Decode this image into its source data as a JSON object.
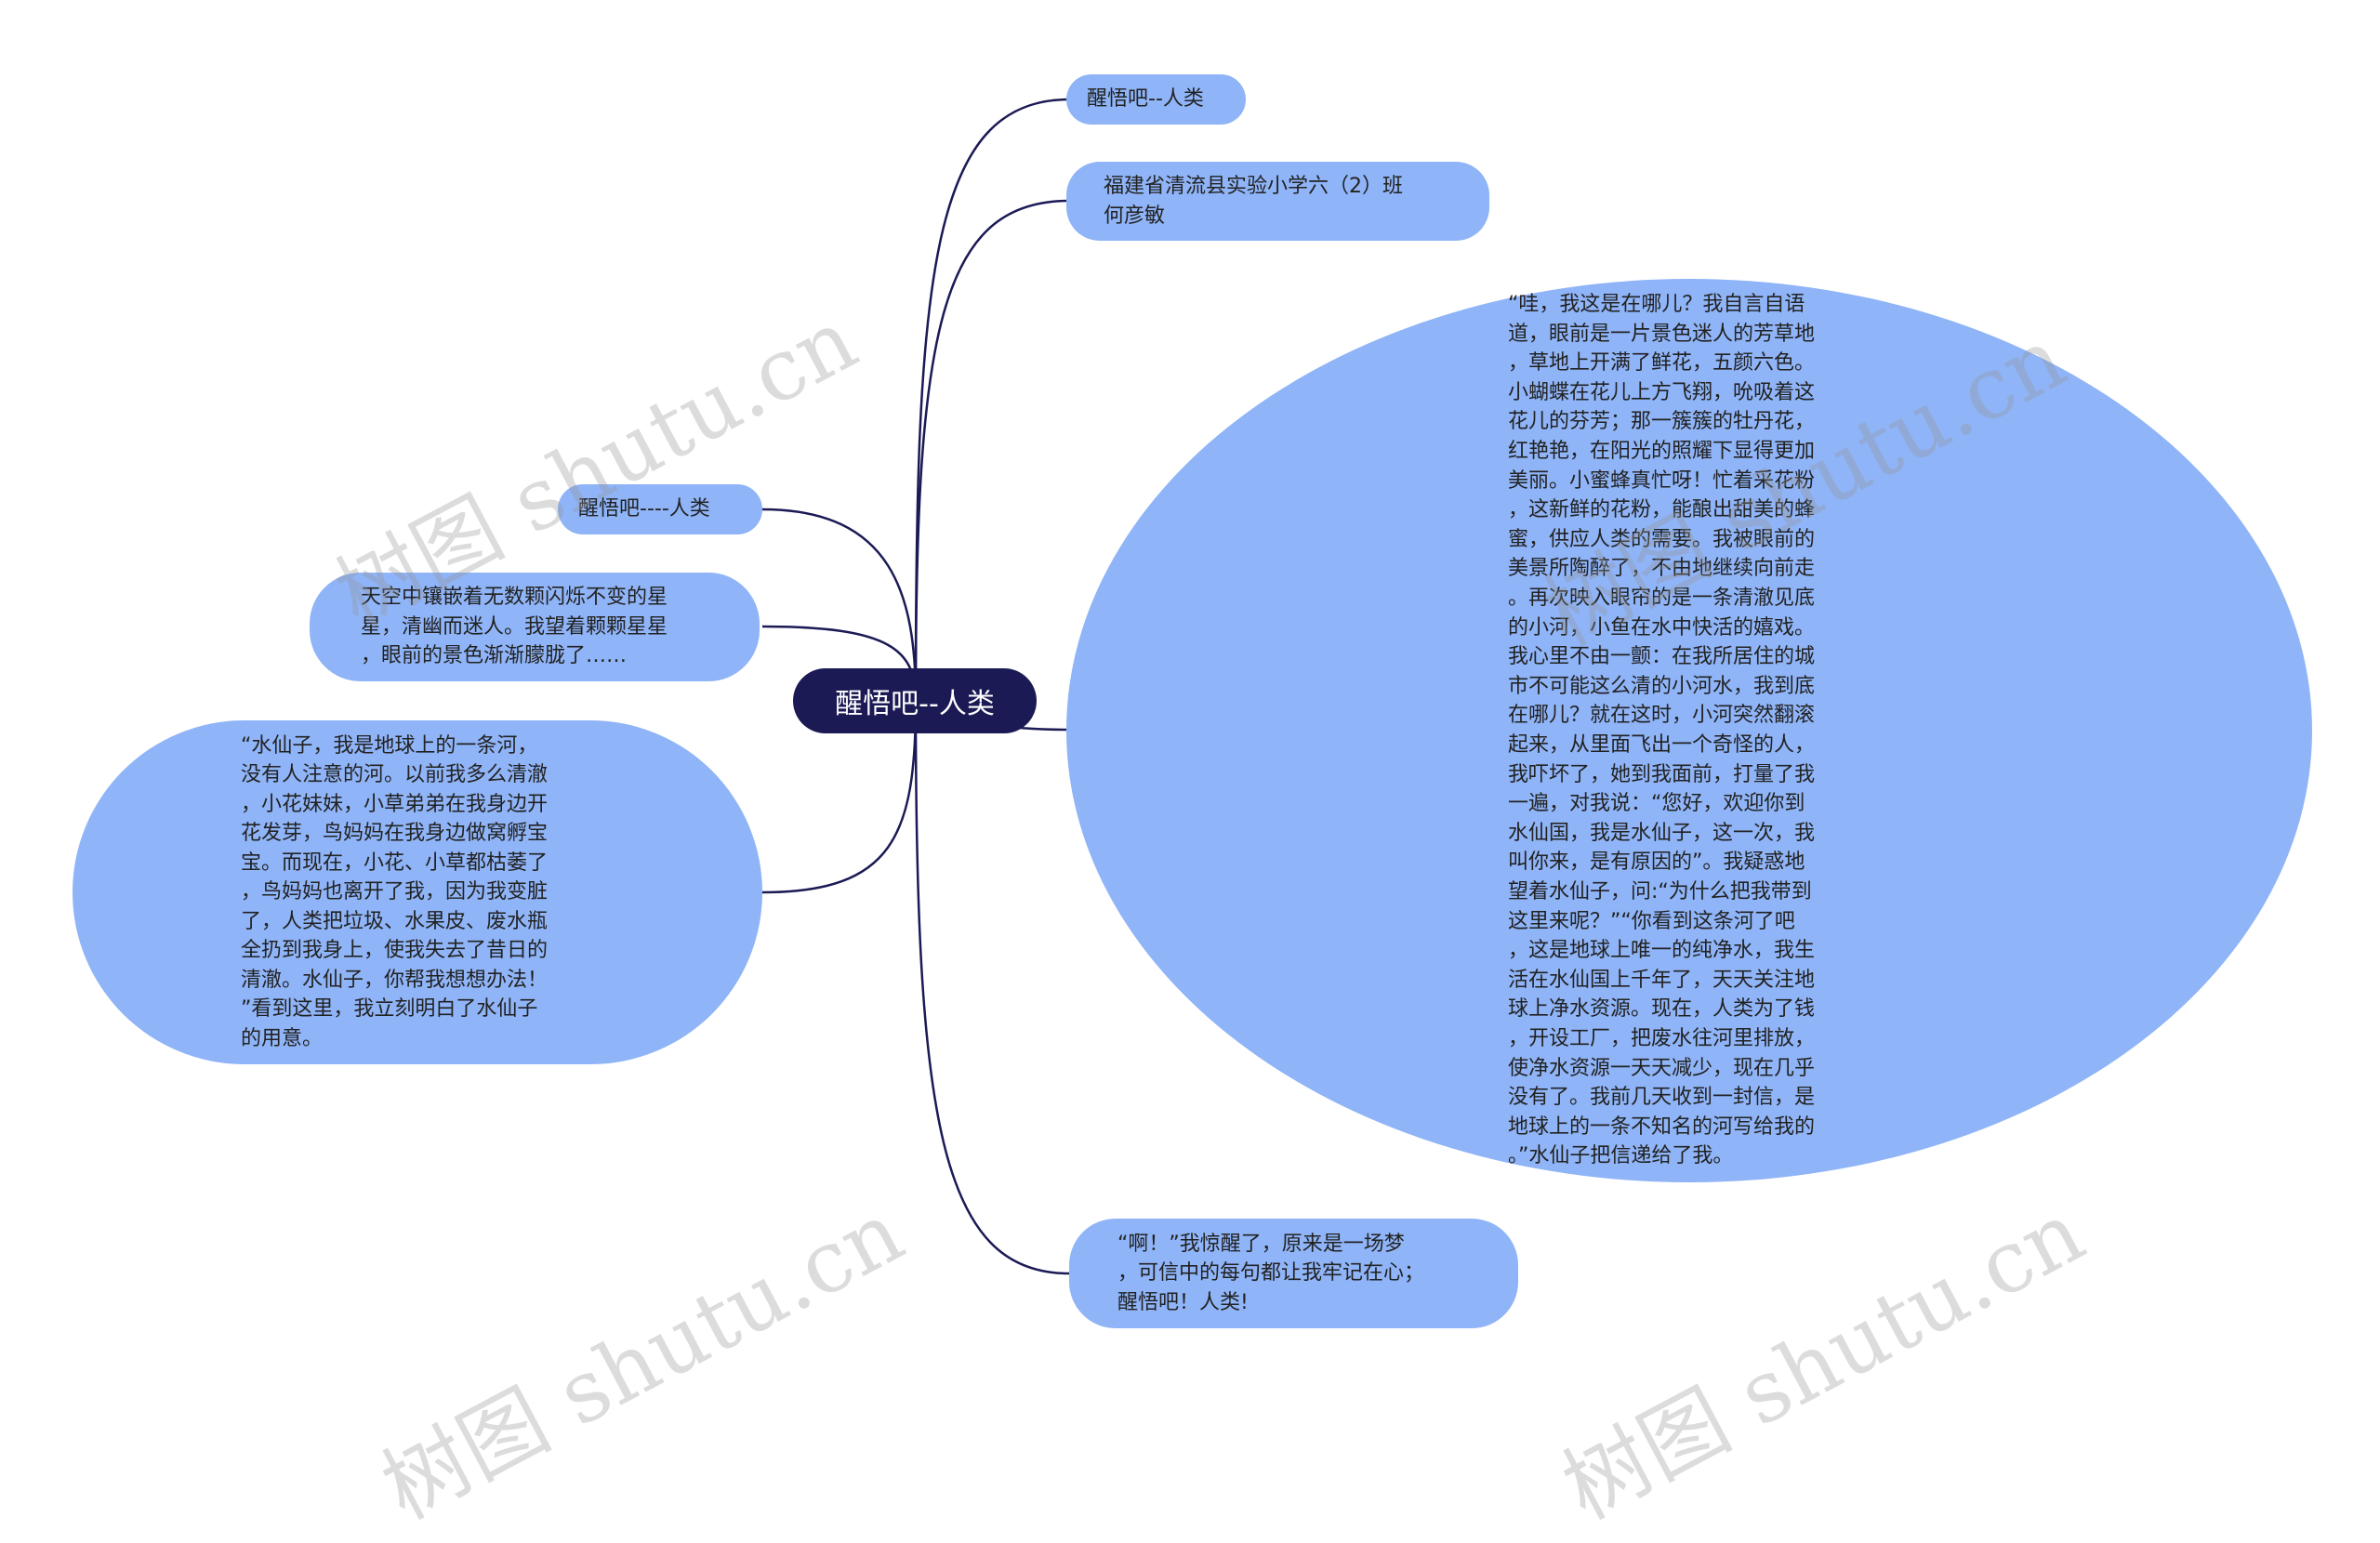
{
  "root": {
    "label": "醒悟吧--人类"
  },
  "right_nodes": [
    {
      "text": "醒悟吧--人类"
    },
    {
      "text": "福建省清流县实验小学六（2）班\n何彦敏"
    },
    {
      "text": "“哇，我这是在哪儿？我自言自语\n道，眼前是一片景色迷人的芳草地\n，草地上开满了鲜花，五颜六色。\n小蝴蝶在花儿上方飞翔，吮吸着这\n花儿的芬芳；那一簇簇的牡丹花，\n红艳艳，在阳光的照耀下显得更加\n美丽。小蜜蜂真忙呀！忙着采花粉\n，这新鲜的花粉，能酿出甜美的蜂\n蜜，供应人类的需要。我被眼前的\n美景所陶醉了，不由地继续向前走\n。再次映入眼帘的是一条清澈见底\n的小河，小鱼在水中快活的嬉戏。\n我心里不由一颤：在我所居住的城\n市不可能这么清的小河水，我到底\n在哪儿？就在这时，小河突然翻滚\n起来，从里面飞出一个奇怪的人，\n我吓坏了，她到我面前，打量了我\n一遍，对我说：“您好，欢迎你到\n水仙国，我是水仙子，这一次，我\n叫你来，是有原因的”。我疑惑地\n望着水仙子，问:“为什么把我带到\n这里来呢？”“你看到这条河了吧\n，这是地球上唯一的纯净水，我生\n活在水仙国上千年了，天天关注地\n球上净水资源。现在，人类为了钱\n，开设工厂，把废水往河里排放，\n使净水资源一天天减少，现在几乎\n没有了。我前几天收到一封信，是\n地球上的一条不知名的河写给我的\n。”水仙子把信递给了我。"
    },
    {
      "text": "“啊！”我惊醒了，原来是一场梦\n，可信中的每句都让我牢记在心；\n醒悟吧！人类!"
    }
  ],
  "left_nodes": [
    {
      "text": "醒悟吧----人类"
    },
    {
      "text": "天空中镶嵌着无数颗闪烁不变的星\n星，清幽而迷人。我望着颗颗星星\n，眼前的景色渐渐朦胧了……"
    },
    {
      "text": "“水仙子，我是地球上的一条河，\n没有人注意的河。以前我多么清澈\n，小花妹妹，小草弟弟在我身边开\n花发芽，鸟妈妈在我身边做窝孵宝\n宝。而现在，小花、小草都枯萎了\n，鸟妈妈也离开了我，因为我变脏\n了，人类把垃圾、水果皮、废水瓶\n全扔到我身上，使我失去了昔日的\n清澈。水仙子，你帮我想想办法！\n”看到这里，我立刻明白了水仙子\n的用意。"
    }
  ],
  "watermark": {
    "text": "树图 shutu.cn"
  },
  "colors": {
    "root_bg": "#1b1a55",
    "node_bg": "#8fb4f7",
    "link": "#1b1a55",
    "text": "#222222"
  }
}
